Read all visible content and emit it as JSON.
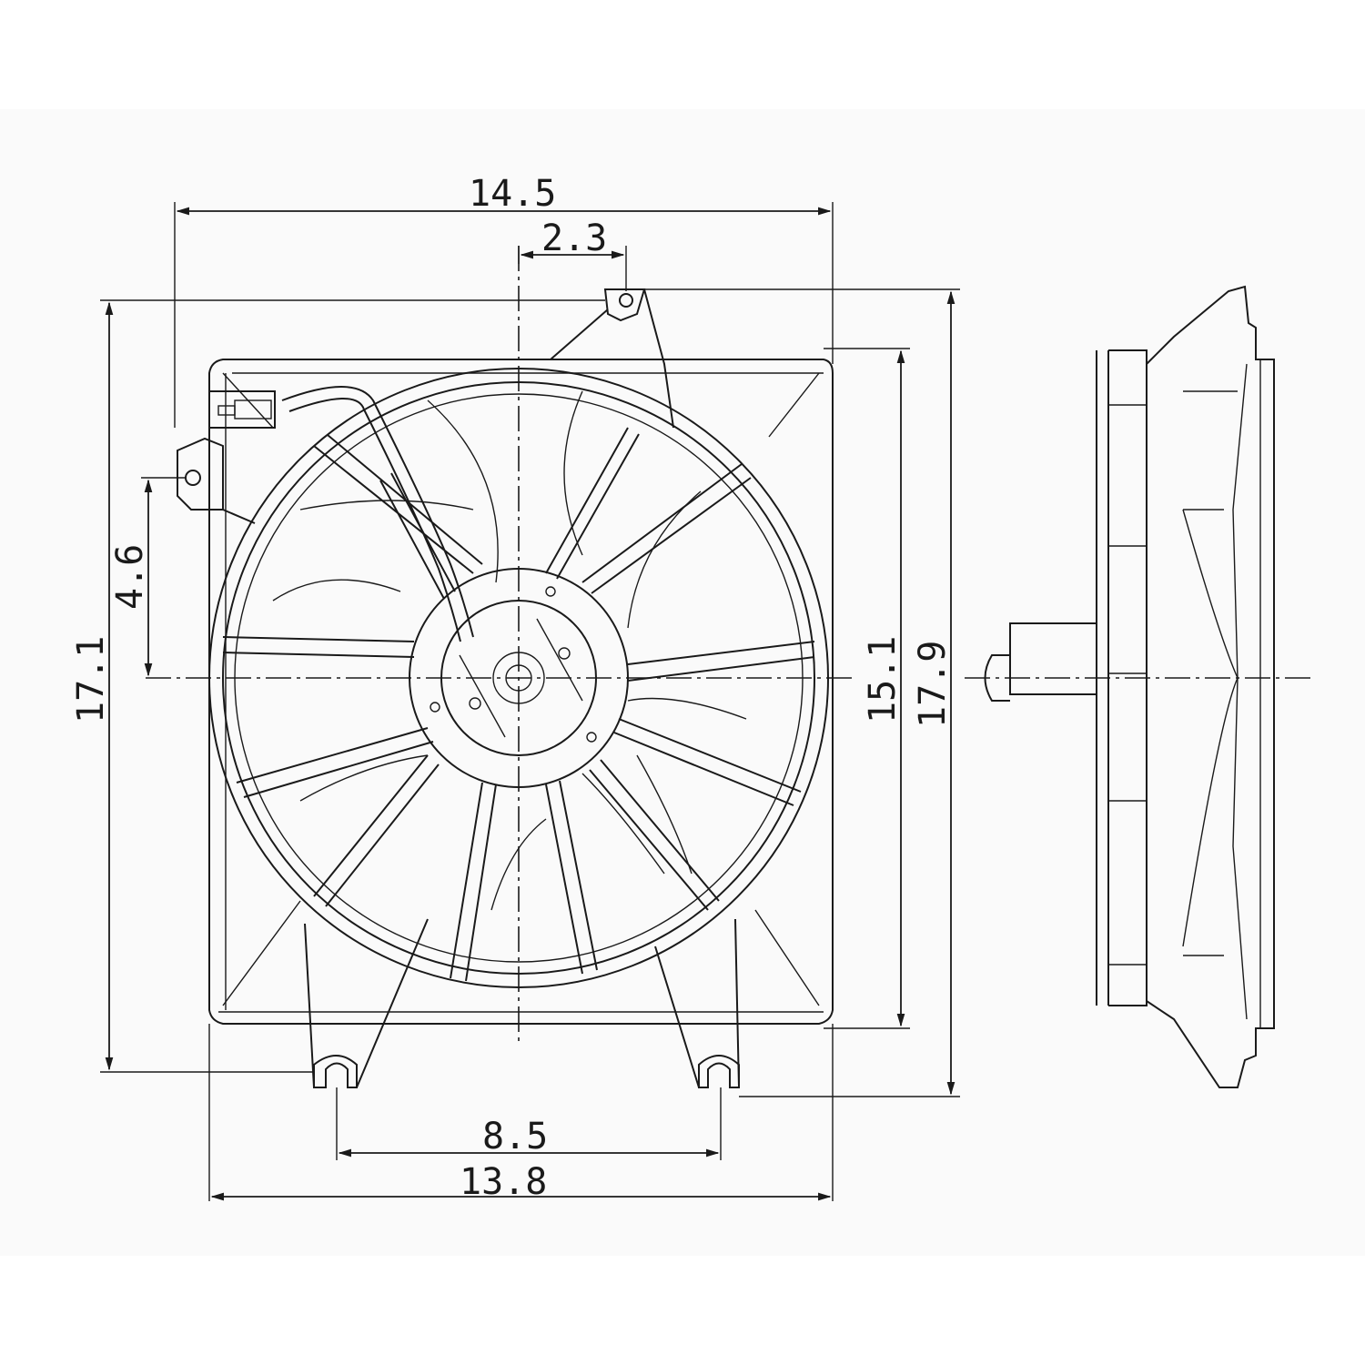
{
  "drawing": {
    "title": "Radiator cooling fan assembly – dimensioned line drawing",
    "views": [
      "front-view",
      "side-view"
    ],
    "background_band_color": "#fafafa",
    "line_color": "#1a1a1a"
  },
  "dimensions": {
    "overall_top_width": "14.5",
    "mount_offset": "2.3",
    "left_overall_height": "17.1",
    "left_mount_height": "4.6",
    "shroud_height": "15.1",
    "overall_height": "17.9",
    "bottom_mount_spacing": "8.5",
    "bottom_overall_width": "13.8"
  }
}
